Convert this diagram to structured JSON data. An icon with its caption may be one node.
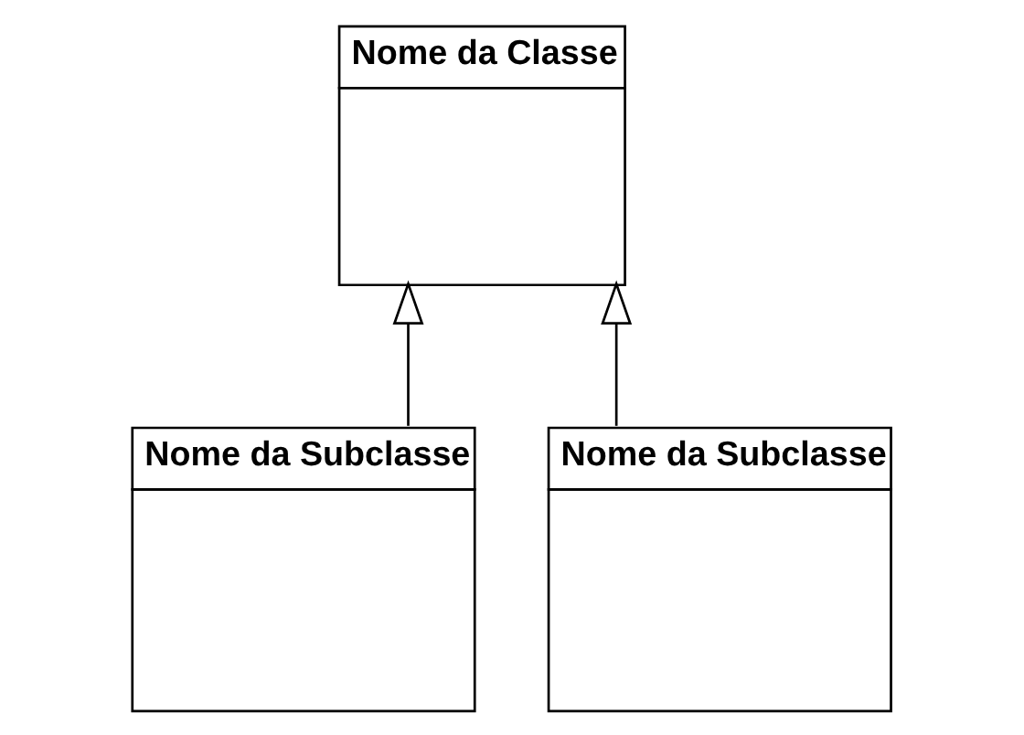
{
  "diagram": {
    "nodes": [
      {
        "text": [
          "Nome da Classe"
        ]
      },
      {
        "text": [
          "Nome da Subclasse"
        ]
      },
      {
        "text": [
          "Nome da Subclasse"
        ]
      }
    ],
    "edges": [
      {
        "from": 1,
        "to": 0,
        "arrow": "to"
      },
      {
        "from": 2,
        "to": 0,
        "arrow": "to"
      }
    ]
  }
}
